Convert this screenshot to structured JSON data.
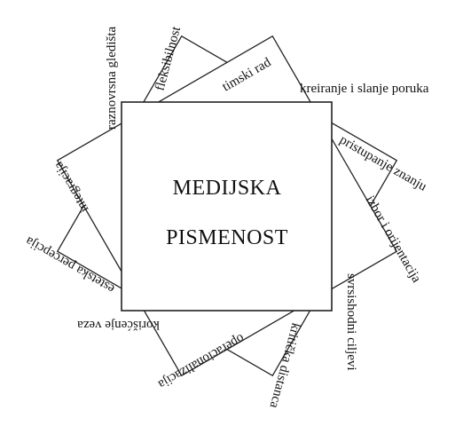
{
  "center": {
    "line1": "MEDIJSKA",
    "line2": "PISMENOST"
  },
  "labels": {
    "raznovrsna_gledista": "raznovrsna gledišta",
    "fleksibilnost": "fleksibilnost",
    "timski_rad": "timski rad",
    "kreiranje": "kreiranje i slanje poruka",
    "pristupanje": "pristupanje znanju",
    "izbor": "izbor i orijentacija",
    "svrsishodni": "svrsishodni ciljevi",
    "kriticka": "kritička distanca",
    "operacionalizacija": "operacionalizacija",
    "koriscenje": "korišćenje veza",
    "estetska": "estetska percepcija",
    "integracija": "integracija"
  }
}
